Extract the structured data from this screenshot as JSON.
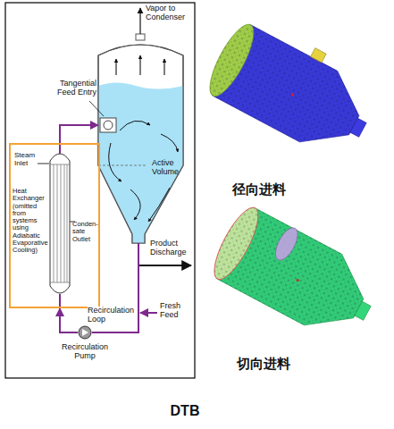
{
  "diagram": {
    "caption": "DTB",
    "nodes": [
      {
        "text": [
          "Active Volume"
        ]
      },
      {
        "text": [
          "Steam Inlet",
          "Heat Exchanger (omitted from systems using Adiabatic Evaporative Cooling)",
          "Conden-sate Outlet"
        ]
      },
      {
        "text": [
          "Recirculation Pump"
        ]
      }
    ],
    "edges": [
      {
        "from": 1,
        "to": 0,
        "arrow": "to"
      },
      {
        "from": 0,
        "to": 2,
        "label": "Recirculation Loop",
        "arrow": "none"
      },
      {
        "from": 2,
        "to": 1,
        "arrow": "to"
      }
    ],
    "labels": [
      "Vapor to Condenser",
      "Tangential Feed Entry",
      "Product Discharge",
      "Fresh Feed",
      "径向进料",
      "切向进料"
    ]
  }
}
